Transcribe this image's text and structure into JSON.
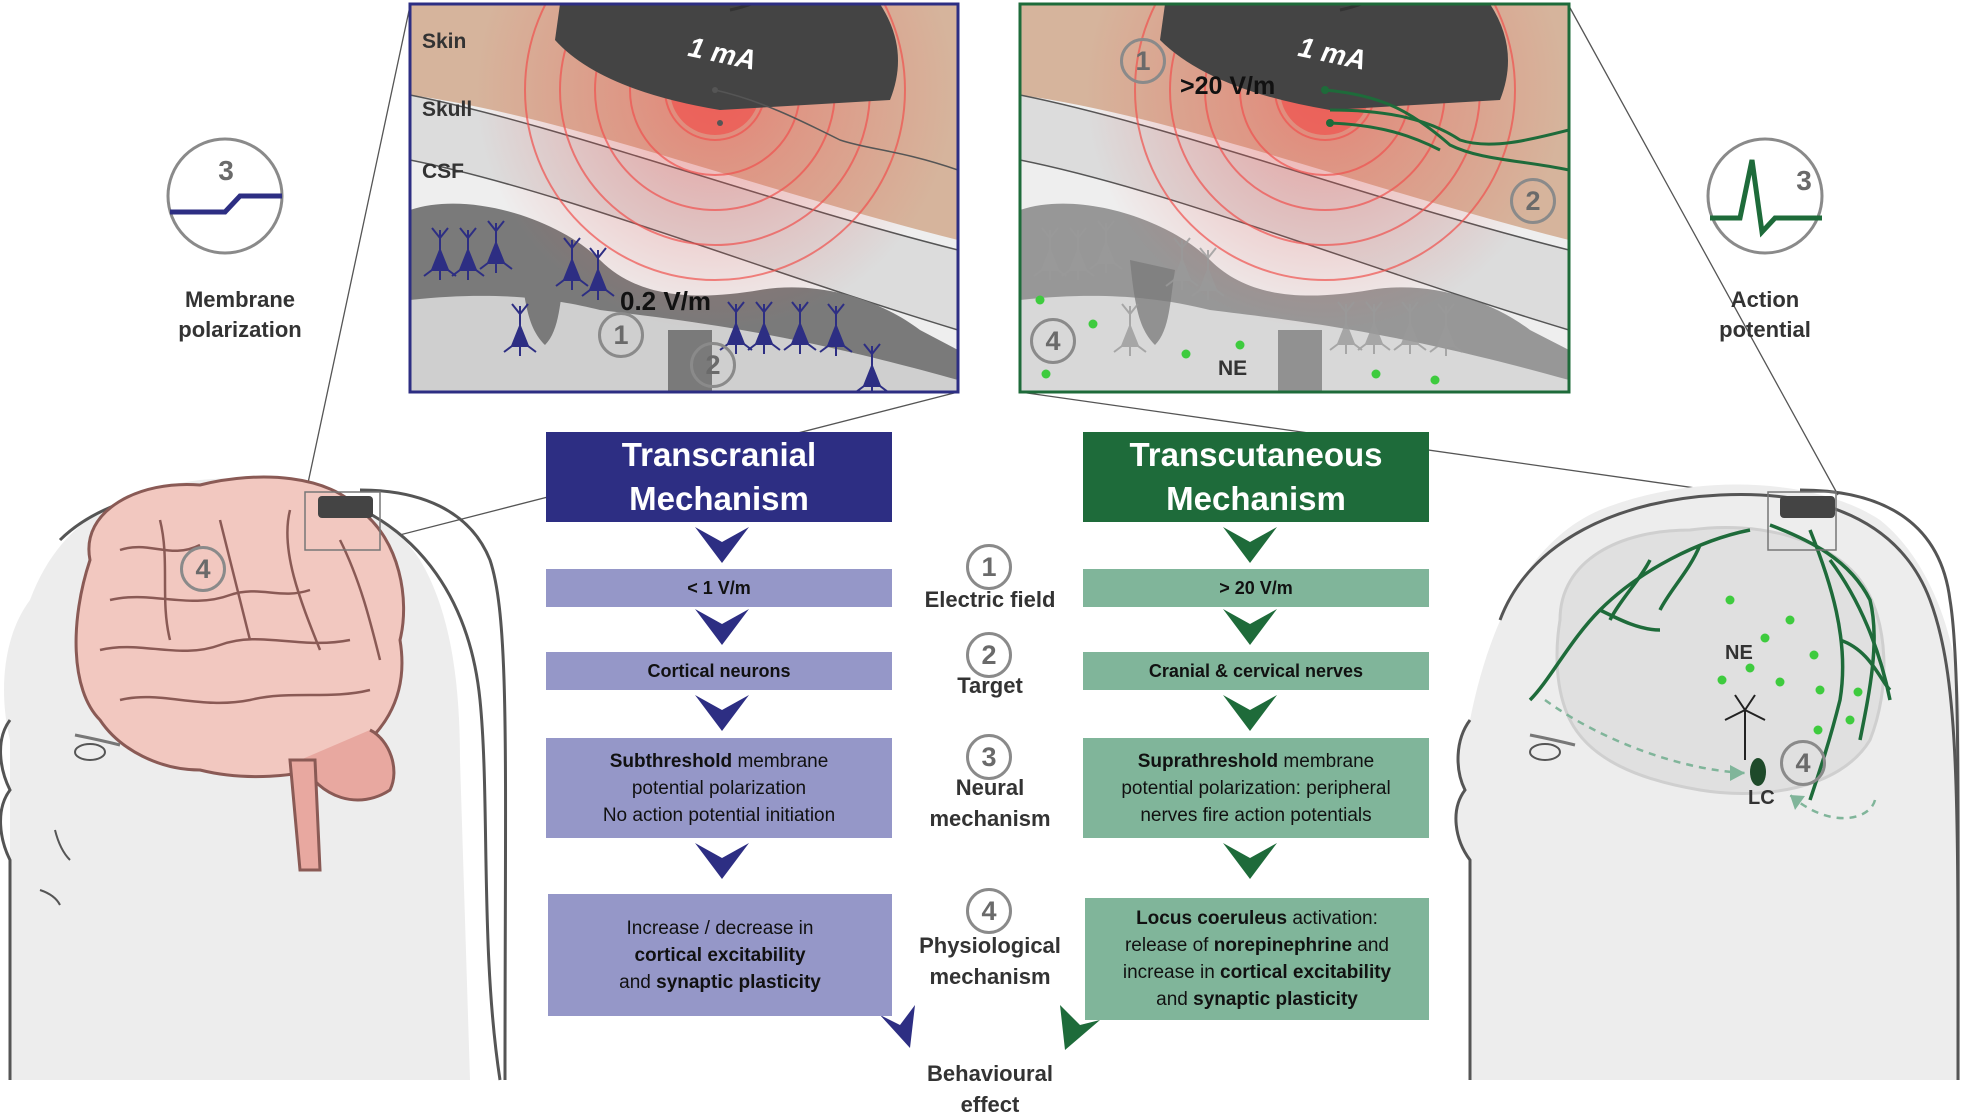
{
  "colors": {
    "transcranial": "#2d2e83",
    "transcranial_light": "#9597c8",
    "transcutaneous": "#1e6b3a",
    "transcutaneous_light": "#80b59a",
    "skin": "#d6b49c",
    "field": "#f0524f",
    "neuron_dot": "#3ecb3e"
  },
  "insets": {
    "left": {
      "skin_label": "Skin",
      "skull_label": "Skull",
      "csf_label": "CSF",
      "current": "1 mA",
      "field_value": "0.2 V/m",
      "num1": "1",
      "num2": "2"
    },
    "right": {
      "current": "1 mA",
      "field_value": ">20 V/m",
      "ne_label": "NE",
      "num1": "1",
      "num2": "2",
      "num4": "4"
    }
  },
  "left_icon": {
    "number": "3",
    "label_line1": "Membrane",
    "label_line2": "polarization"
  },
  "right_icon": {
    "number": "3",
    "label_line1": "Action",
    "label_line2": "potential"
  },
  "left_head": {
    "number": "4"
  },
  "right_head": {
    "number": "4",
    "ne_label": "NE",
    "lc_label": "LC"
  },
  "transcranial": {
    "title_line1": "Transcranial",
    "title_line2": "Mechanism",
    "electric_field": "< 1 V/m",
    "target": "Cortical neurons",
    "neural_bold": "Subthreshold",
    "neural_rest1": " membrane",
    "neural_line2": "potential polarization",
    "neural_line3": "No action potential initiation",
    "physio_line1": "Increase / decrease in",
    "physio_bold2": "cortical excitability",
    "physio_line3_pre": "and ",
    "physio_bold3": "synaptic plasticity"
  },
  "transcutaneous": {
    "title_line1": "Transcutaneous",
    "title_line2": "Mechanism",
    "electric_field": "> 20 V/m",
    "target": "Cranial & cervical nerves",
    "neural_bold": "Suprathreshold",
    "neural_rest1": " membrane",
    "neural_line2": "potential polarization: peripheral",
    "neural_line3": "nerves fire action potentials",
    "physio_bold1": "Locus coeruleus",
    "physio_rest1": " activation:",
    "physio_line2_pre": "release of ",
    "physio_bold2": "norepinephrine",
    "physio_line2_post": " and",
    "physio_line3_pre": "increase in ",
    "physio_bold3": "cortical excitability",
    "physio_line4_pre": "and ",
    "physio_bold4": "synaptic plasticity"
  },
  "middle_labels": {
    "step1_num": "1",
    "step1_label": "Electric field",
    "step2_num": "2",
    "step2_label": "Target",
    "step3_num": "3",
    "step3_line1": "Neural",
    "step3_line2": "mechanism",
    "step4_num": "4",
    "step4_line1": "Physiological",
    "step4_line2": "mechanism",
    "effect_line1": "Behavioural",
    "effect_line2": "effect"
  }
}
